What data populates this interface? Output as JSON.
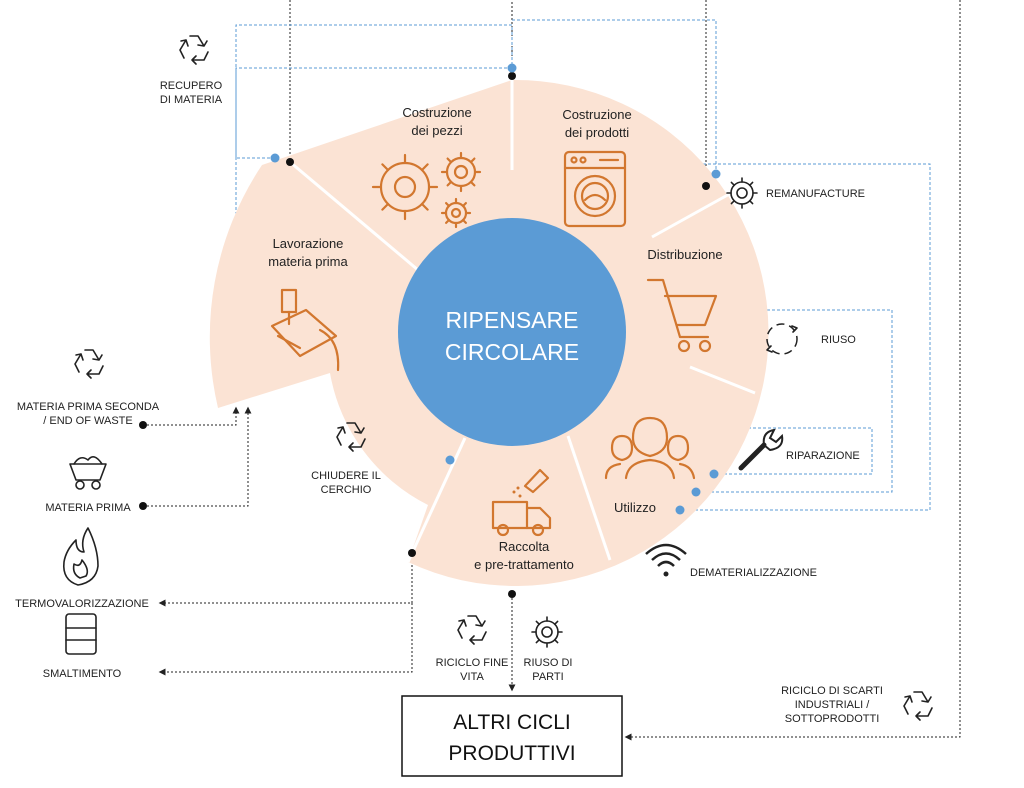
{
  "center": {
    "line1": "RIPENSARE",
    "line2": "CIRCOLARE"
  },
  "segments": {
    "costruzione_pezzi": [
      "Costruzione",
      "dei pezzi"
    ],
    "costruzione_prodotti": [
      "Costruzione",
      "dei prodotti"
    ],
    "distribuzione": [
      "Distribuzione"
    ],
    "utilizzo": [
      "Utilizzo"
    ],
    "raccolta": [
      "Raccolta",
      "e pre-trattamento"
    ],
    "lavorazione": [
      "Lavorazione",
      "materia prima"
    ]
  },
  "side_labels": {
    "recupero": [
      "RECUPERO",
      "DI MATERIA"
    ],
    "remanufacture": [
      "REMANUFACTURE"
    ],
    "riuso": [
      "RIUSO"
    ],
    "riparazione": [
      "RIPARAZIONE"
    ],
    "dematerializzazione": [
      "DEMATERIALIZZAZIONE"
    ],
    "chiudere": [
      "CHIUDERE IL",
      "CERCHIO"
    ],
    "materia_seconda": [
      "MATERIA PRIMA SECONDA",
      "/ END OF WASTE"
    ],
    "materia_prima": [
      "MATERIA PRIMA"
    ],
    "termo": [
      "TERMOVALORIZZAZIONE"
    ],
    "smaltimento": [
      "SMALTIMENTO"
    ],
    "riciclo_fine": [
      "RICICLO FINE",
      "VITA"
    ],
    "riuso_parti": [
      "RIUSO DI",
      "PARTI"
    ],
    "riciclo_scarti": [
      "RICICLO DI SCARTI",
      "INDUSTRIALI /",
      "SOTTOPRODOTTI"
    ]
  },
  "box": {
    "line1": "ALTRI CICLI",
    "line2": "PRODUTTIVI"
  },
  "colors": {
    "ring": "#fbe3d4",
    "center": "#5b9bd5",
    "icon": "#d2772f",
    "flow_blue": "#5b9bd5",
    "flow_black": "#222222"
  }
}
